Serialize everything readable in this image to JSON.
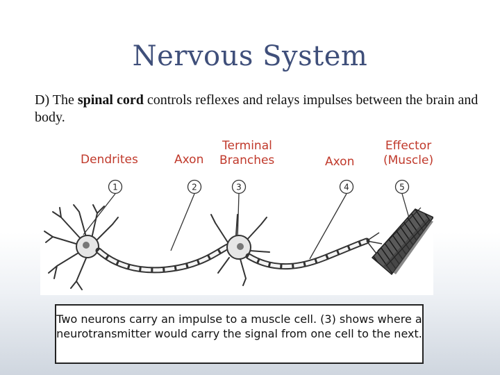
{
  "slide": {
    "title": "Nervous System",
    "point": {
      "prefix": "D)  The ",
      "bold": "spinal cord",
      "rest": " controls reflexes and relays impulses between the brain and body."
    }
  },
  "labels": {
    "dendrites": "Dendrites",
    "axon1": "Axon",
    "terminal_line1": "Terminal",
    "terminal_line2": "Branches",
    "axon2": "Axon",
    "effector_line1": "Effector",
    "effector_line2": "(Muscle)"
  },
  "figure": {
    "markers": [
      "1",
      "2",
      "3",
      "4",
      "5"
    ]
  },
  "caption": {
    "text": "Two neurons carry an impulse to a muscle cell.  (3) shows where a neurotransmitter would carry the signal from one cell to the next."
  },
  "colors": {
    "title": "#3f4f7a",
    "label": "#c0392b"
  }
}
